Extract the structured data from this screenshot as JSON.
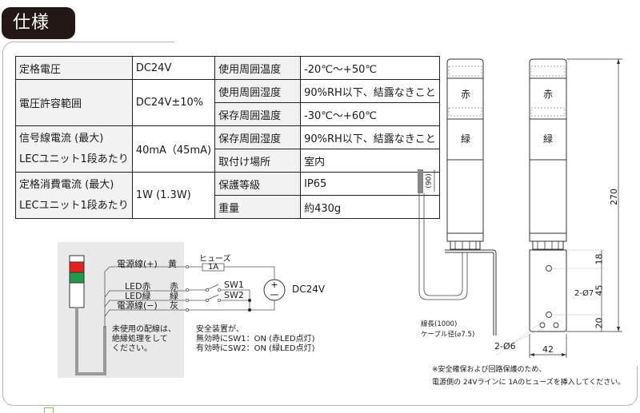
{
  "header": {
    "title": "仕様"
  },
  "spec_table": {
    "left": [
      {
        "label": "定格電圧",
        "value": "DC24V"
      },
      {
        "label": "電圧許容範囲",
        "value": "DC24V±10%"
      },
      {
        "label_line1": "信号線電流 (最大)",
        "label_line2": "LECユニット1段あたり",
        "value": "40mA（45mA)"
      },
      {
        "label_line1": "定格消費電流 (最大)",
        "label_line2": "LECユニット1段あたり",
        "value": "1W (1.3W)"
      }
    ],
    "right": [
      {
        "label": "使用周囲温度",
        "value": "-20℃～+50℃"
      },
      {
        "label": "使用周囲湿度",
        "value": "90%RH以下、結露なきこと"
      },
      {
        "label": "保存周囲温度",
        "value": "-30℃～+60℃"
      },
      {
        "label": "保存周囲湿度",
        "value": "90%RH以下、結露なきこと"
      },
      {
        "label": "取付け場所",
        "value": "室内"
      },
      {
        "label": "保護等級",
        "value": "IP65"
      },
      {
        "label": "重量",
        "value": "約430g"
      }
    ]
  },
  "wiring": {
    "wires": [
      {
        "name": "電源線(+)",
        "color_label": "黄"
      },
      {
        "name": "LED赤",
        "color_label": "赤"
      },
      {
        "name": "LED緑",
        "color_label": "緑"
      },
      {
        "name": "電源線(−)",
        "color_label": "灰"
      }
    ],
    "fuse_label": "ヒューズ",
    "fuse_value": "1A",
    "sw1": "SW1",
    "sw2": "SW2",
    "source": "DC24V",
    "note_unused": [
      "未使用の配線は、",
      "絶縁処理をして",
      "ください。"
    ],
    "note_safety": [
      "安全装置が、",
      "無効時にSW1：ON (赤LED点灯)",
      "有効時にSW2：ON (緑LED点灯)"
    ],
    "colors": {
      "red": "#e3231c",
      "green": "#1f9b4a",
      "bg": "#e9e9e9"
    }
  },
  "drawing": {
    "lamp_labels": [
      "赤",
      "緑"
    ],
    "cable_strip": "(90)",
    "cable_length": "線長(1000)",
    "cable_diameter": "ケーブル径(⌀7.5)",
    "bracket_holes": "2-Ø6",
    "mount_holes": "2-Ø7",
    "dims": {
      "height": "270",
      "d18": "18",
      "d45": "45",
      "d20": "20",
      "width": "42"
    },
    "footnote": [
      "※安全確保および回路保護のため、",
      "電源側の 24Vラインに 1Aのヒューズを挿入してください。"
    ]
  }
}
